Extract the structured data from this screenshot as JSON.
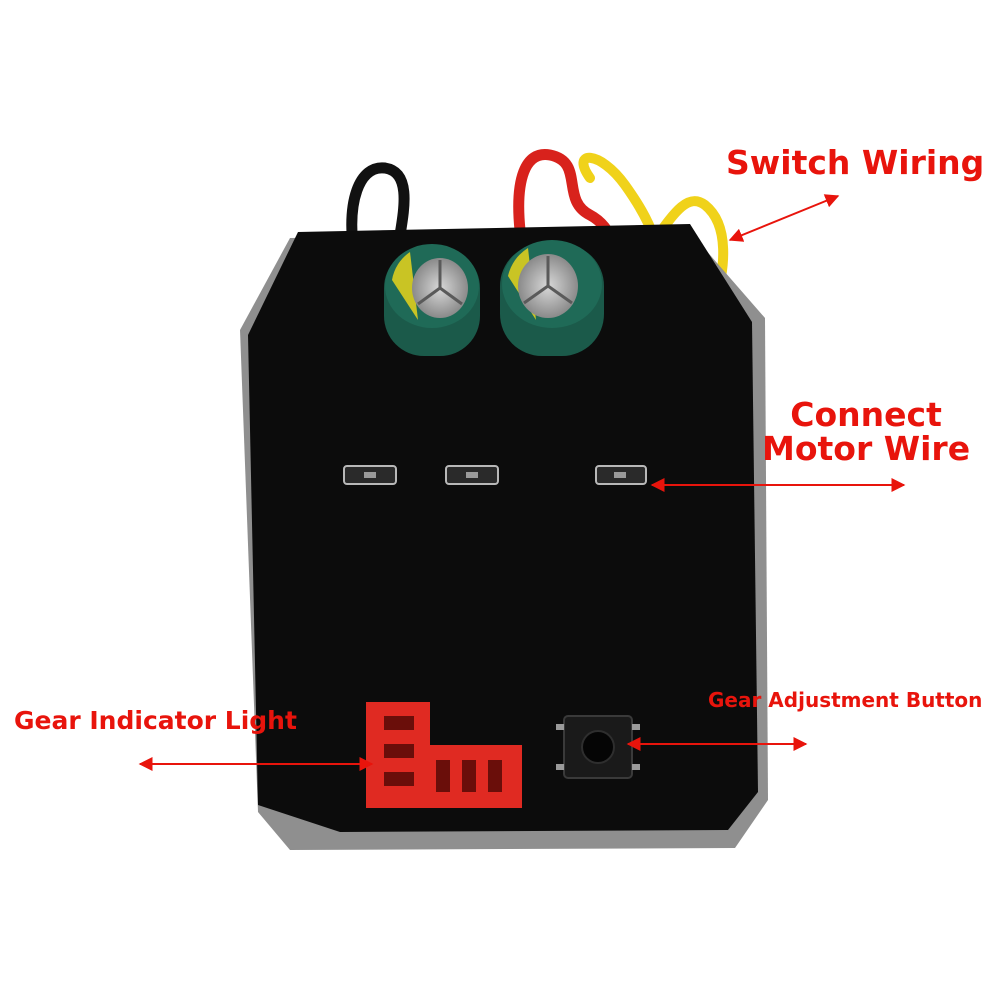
{
  "colors": {
    "annotation": "#e8140c",
    "board": "#0c0c0c",
    "board_rim": "#8f8f8f",
    "capacitor": "#1b5a4a",
    "capacitor_band": "#c9c424",
    "connector": "#e02a22",
    "wire_red": "#d8221c",
    "wire_yellow": "#f0d21a",
    "wire_black": "#111111"
  },
  "annotations": {
    "switch_wiring": "Switch Wiring",
    "connect_motor_wire_line1": "Connect",
    "connect_motor_wire_line2": "Motor Wire",
    "gear_adjustment_button": "Gear Adjustment Button",
    "gear_indicator_light": "Gear Indicator Light"
  }
}
